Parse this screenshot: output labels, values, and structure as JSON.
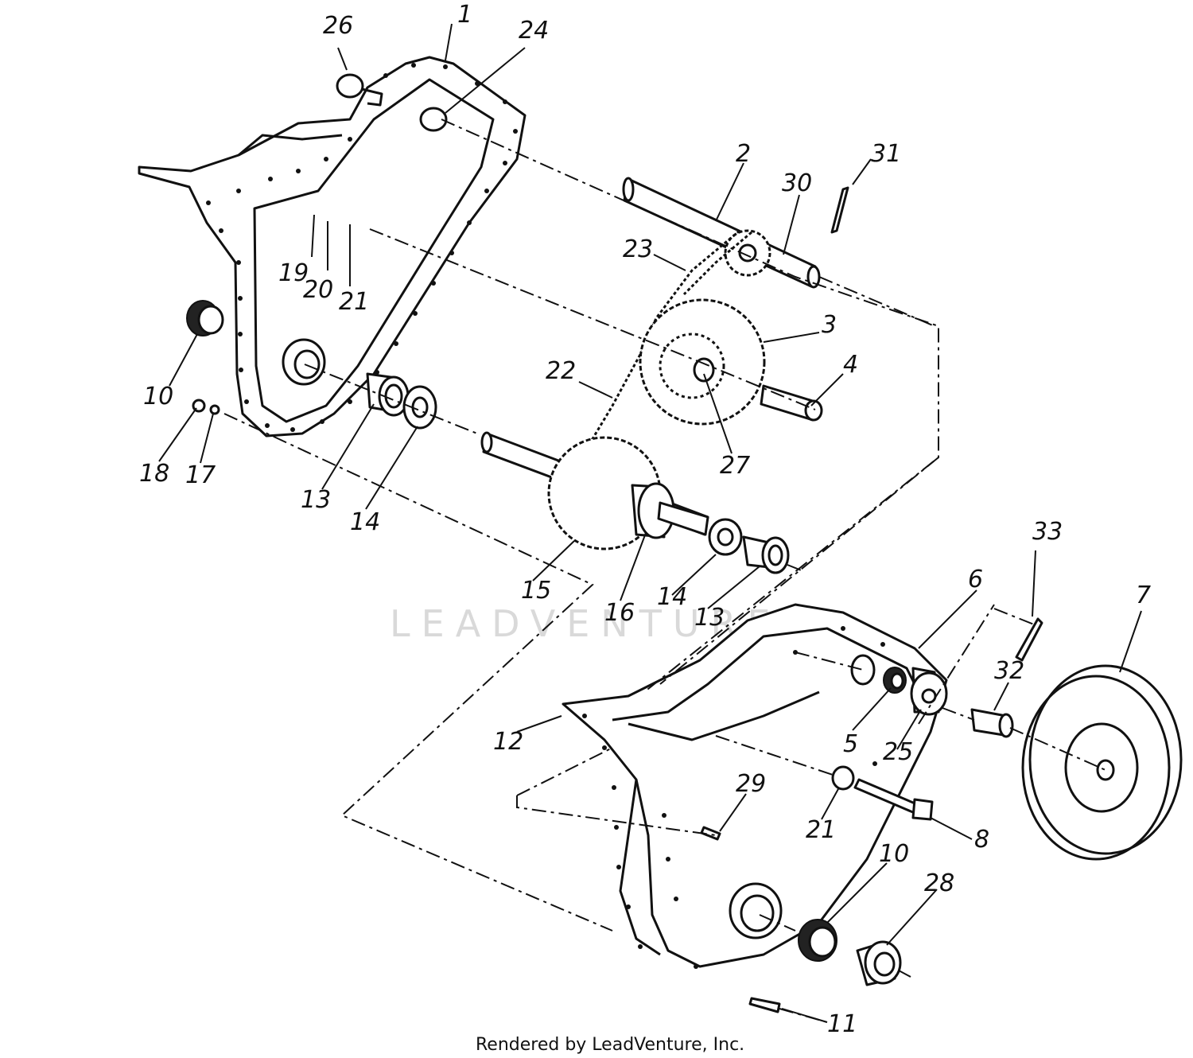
{
  "diagram": {
    "callouts": [
      {
        "id": "c26a",
        "text": "26"
      },
      {
        "id": "c1",
        "text": "1"
      },
      {
        "id": "c24",
        "text": "24"
      },
      {
        "id": "c2",
        "text": "2"
      },
      {
        "id": "c31",
        "text": "31"
      },
      {
        "id": "c30",
        "text": "30"
      },
      {
        "id": "c23",
        "text": "23"
      },
      {
        "id": "c19",
        "text": "19"
      },
      {
        "id": "c20",
        "text": "20"
      },
      {
        "id": "c21a",
        "text": "21"
      },
      {
        "id": "c3",
        "text": "3"
      },
      {
        "id": "c4",
        "text": "4"
      },
      {
        "id": "c22",
        "text": "22"
      },
      {
        "id": "c27",
        "text": "27"
      },
      {
        "id": "c10a",
        "text": "10"
      },
      {
        "id": "c18",
        "text": "18"
      },
      {
        "id": "c17",
        "text": "17"
      },
      {
        "id": "c13a",
        "text": "13"
      },
      {
        "id": "c14a",
        "text": "14"
      },
      {
        "id": "c15",
        "text": "15"
      },
      {
        "id": "c16",
        "text": "16"
      },
      {
        "id": "c14b",
        "text": "14"
      },
      {
        "id": "c13b",
        "text": "13"
      },
      {
        "id": "c33",
        "text": "33"
      },
      {
        "id": "c6",
        "text": "6"
      },
      {
        "id": "c7",
        "text": "7"
      },
      {
        "id": "c32",
        "text": "32"
      },
      {
        "id": "c5",
        "text": "5"
      },
      {
        "id": "c25",
        "text": "25"
      },
      {
        "id": "c12",
        "text": "12"
      },
      {
        "id": "c29",
        "text": "29"
      },
      {
        "id": "c21b",
        "text": "21"
      },
      {
        "id": "c8",
        "text": "8"
      },
      {
        "id": "c10b",
        "text": "10"
      },
      {
        "id": "c28",
        "text": "28"
      },
      {
        "id": "c11",
        "text": "11"
      }
    ],
    "watermark": "LEADVENTURE",
    "footer": "Rendered by LeadVenture, Inc."
  }
}
